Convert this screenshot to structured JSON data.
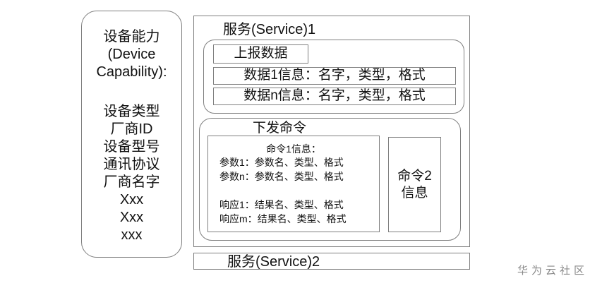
{
  "device_capability": {
    "title_lines": [
      "设备能力",
      "(Device",
      "Capability):"
    ],
    "items": [
      "设备类型",
      "厂商ID",
      "设备型号",
      "通讯协议",
      "厂商名字",
      "Xxx",
      "Xxx",
      "xxx"
    ]
  },
  "service1": {
    "title": "服务(Service)1",
    "properties": {
      "title": "上报数据",
      "rows": [
        "数据1信息：名字，类型，格式",
        "数据n信息：名字，类型，格式"
      ]
    },
    "commands": {
      "title": "下发命令",
      "command1": {
        "title": "命令1信息：",
        "params": [
          "参数1：参数名、类型、格式",
          "参数n：参数名、类型、格式"
        ],
        "responses": [
          "响应1：结果名、类型、格式",
          "响应m：结果名、类型、格式"
        ]
      },
      "command2_lines": [
        "命令2",
        "信息"
      ]
    }
  },
  "service2": {
    "title": "服务(Service)2"
  },
  "watermark": "华为云社区"
}
